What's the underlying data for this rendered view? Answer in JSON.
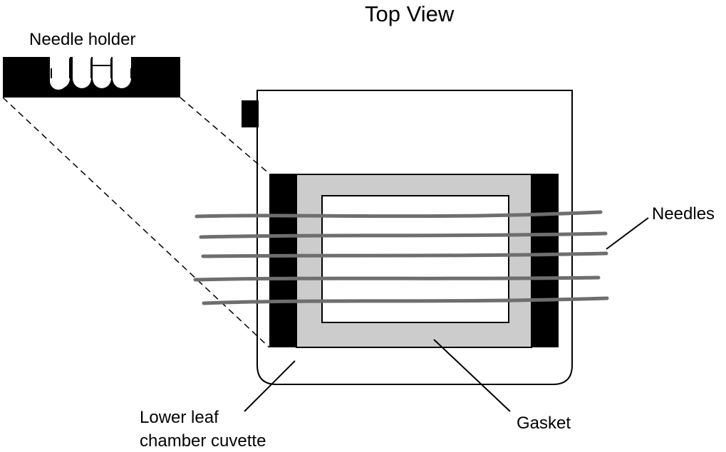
{
  "title": "Top View",
  "labels": {
    "needle_holder": "Needle holder",
    "needles": "Needles",
    "gasket": "Gasket",
    "cuvette_line1": "Lower leaf",
    "cuvette_line2": "chamber cuvette"
  },
  "colors": {
    "line": "#000000",
    "holder": "#000000",
    "gasket": "#cccccc",
    "needle": "#6e6e6e",
    "background": "#ffffff"
  }
}
